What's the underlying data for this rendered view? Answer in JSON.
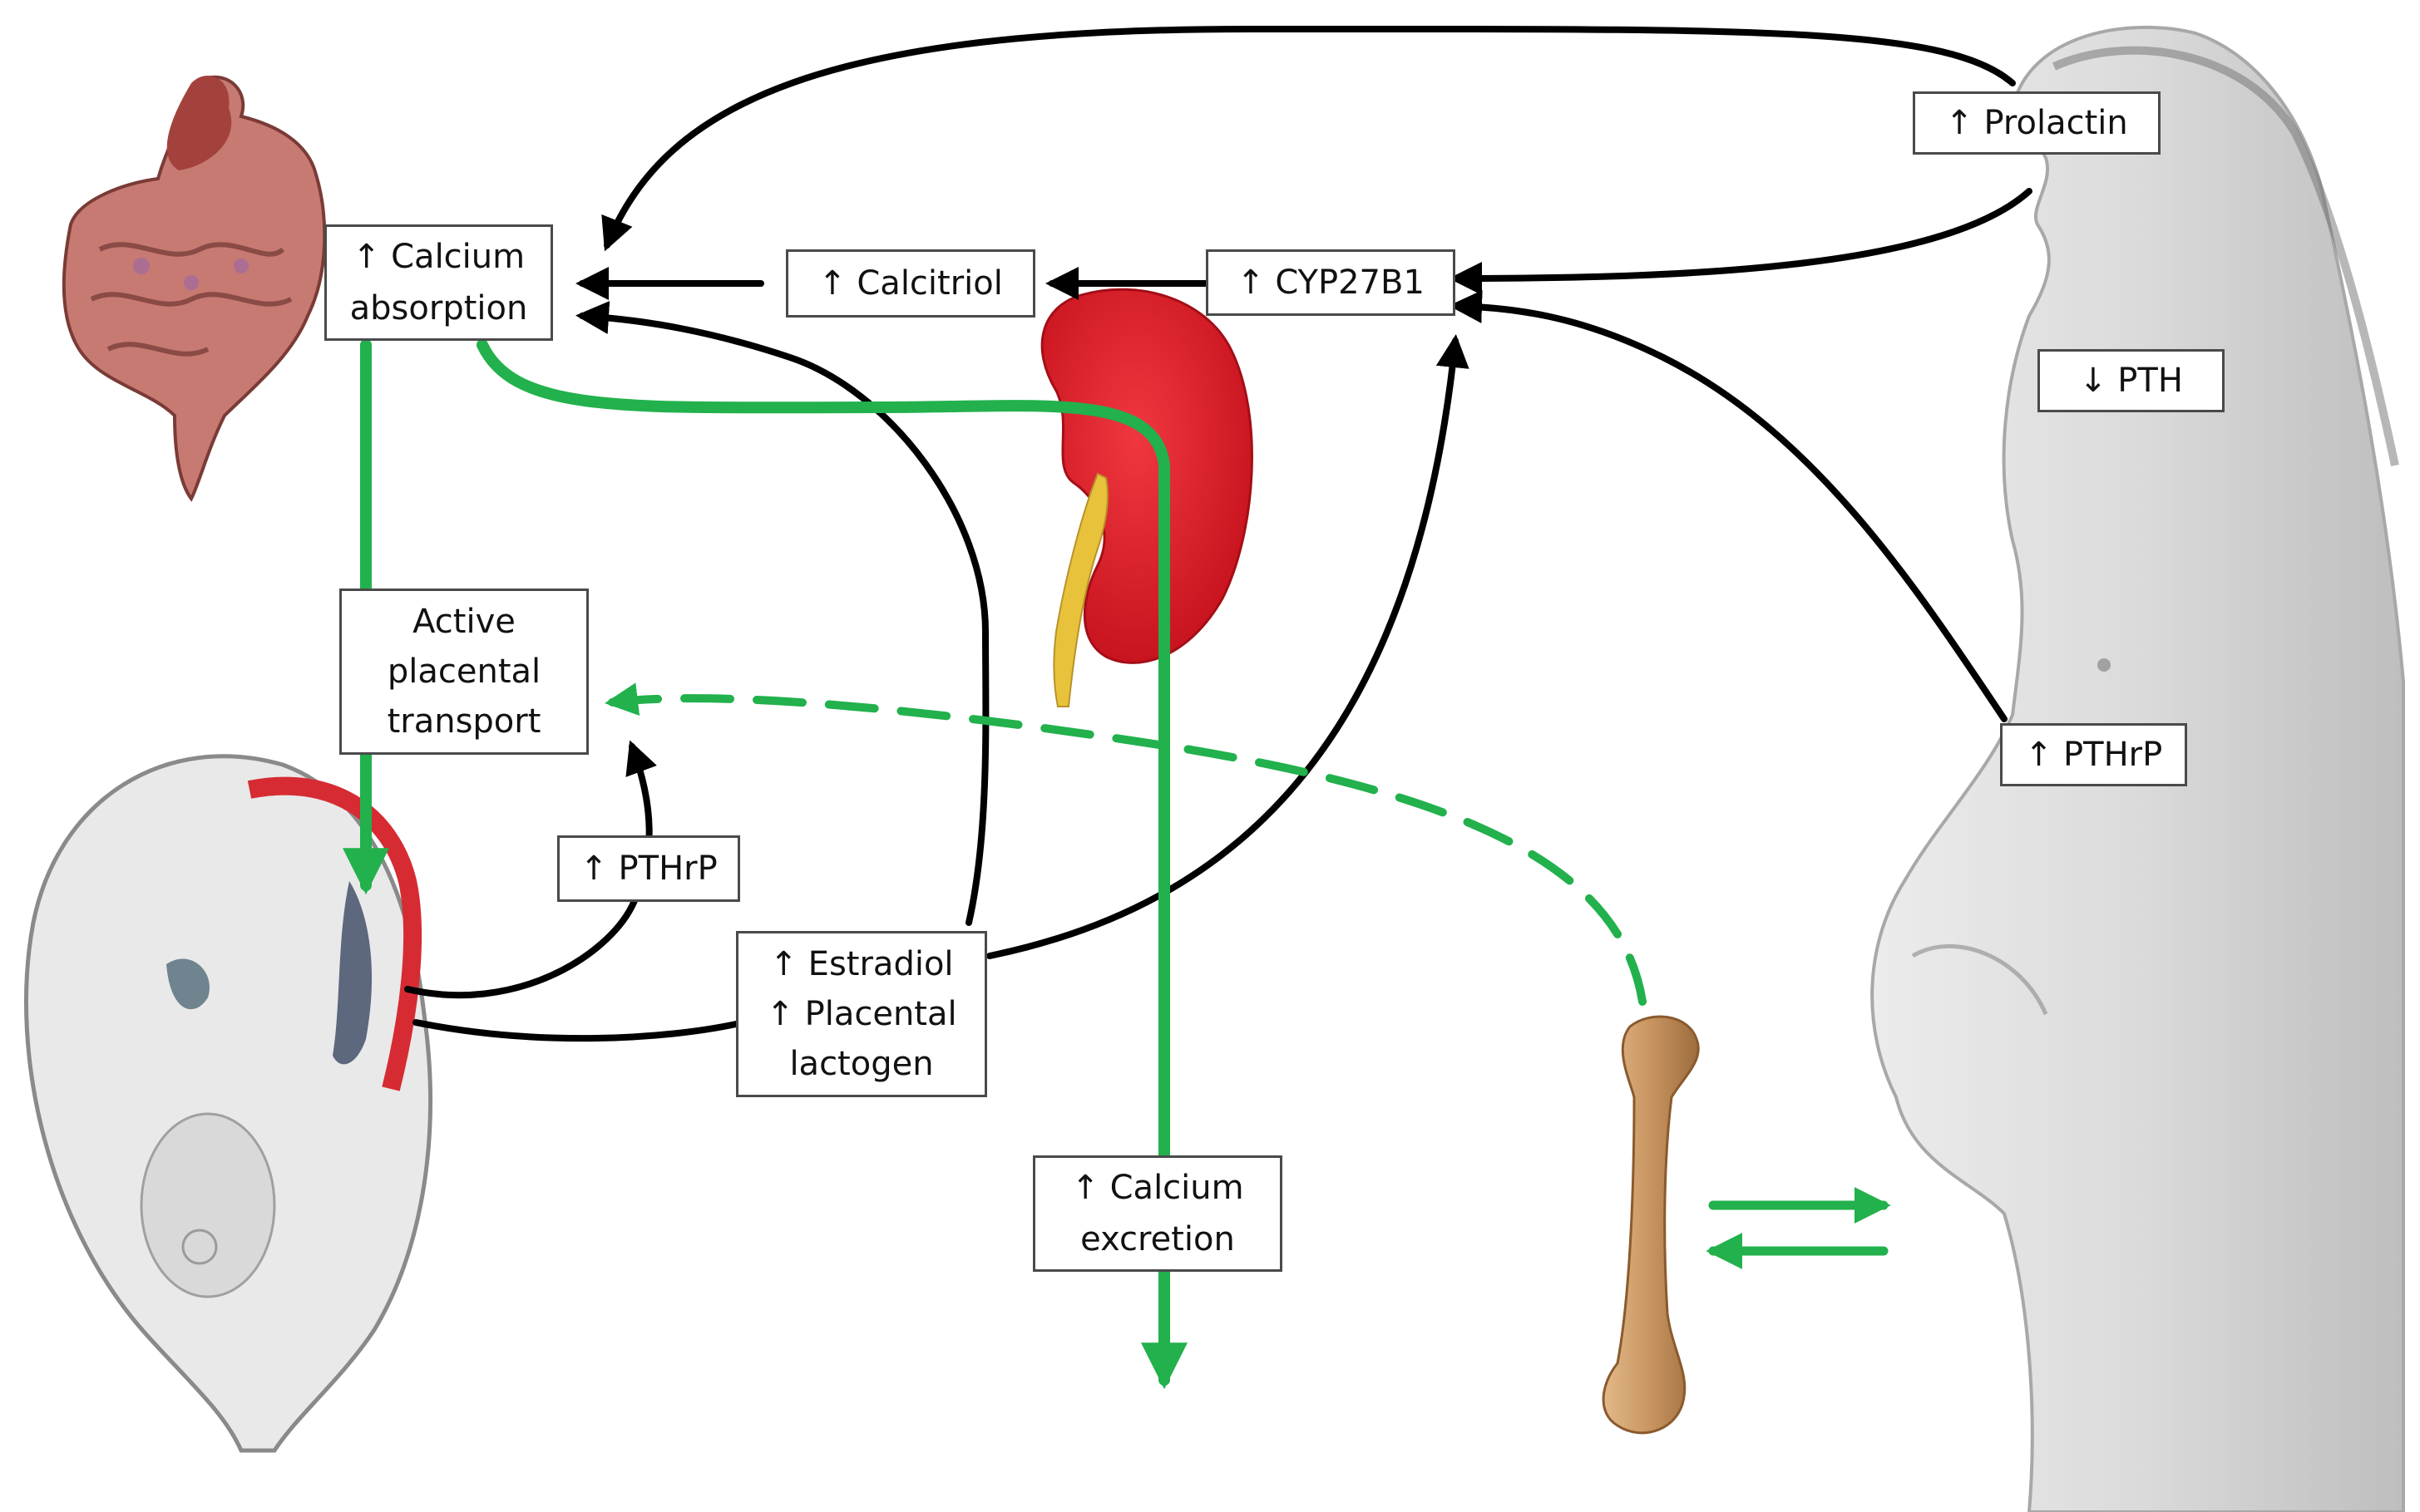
{
  "labels": {
    "calcium_absorption": [
      "↑ Calcium",
      "absorption"
    ],
    "calcitriol": "↑ Calcitriol",
    "cyp27b1": "↑ CYP27B1",
    "prolactin": "↑ Prolactin",
    "maternal_pth": "↓ PTH",
    "maternal_pthrp": "↑ PTHrP",
    "placental_transport": [
      "Active",
      "placental",
      "transport"
    ],
    "fetal_pthrp": "↑ PTHrP",
    "estradiol_lactogen": [
      "↑ Estradiol",
      "↑ Placental",
      "lactogen"
    ],
    "calcium_excretion": [
      "↑ Calcium",
      "excretion"
    ]
  },
  "colors": {
    "calcium_flow": "#22b14c",
    "hormone_signal": "#000000",
    "kidney": "#e0202e",
    "ureter": "#e8c23a",
    "bone": "#c99a62",
    "intestine": "#b5605a",
    "uterus_wall": "#d62b33",
    "maternal_figure": "#cfcfcf"
  },
  "illustrations": [
    "intestine",
    "kidney",
    "femur-bone",
    "fetus-in-uterus",
    "pregnant-woman"
  ]
}
